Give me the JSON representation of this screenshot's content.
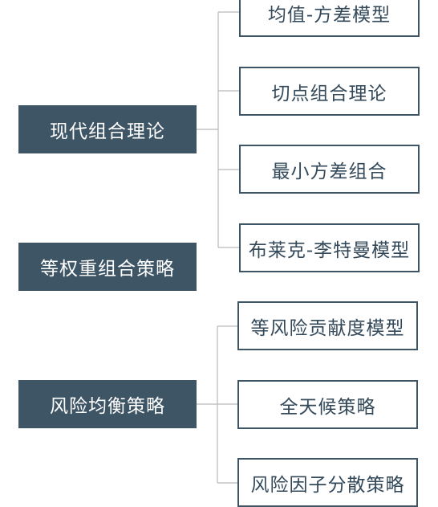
{
  "theme": {
    "parent_fill": "#3e5566",
    "child_border": "#3e5566",
    "child_text": "#33495a",
    "connector": "#b9b9b9",
    "background": "#ffffff"
  },
  "groups": [
    {
      "label": "现代组合理论",
      "children": [
        "均值-方差模型",
        "切点组合理论",
        "最小方差组合",
        "布莱克-李特曼模型"
      ]
    },
    {
      "label": "等权重组合策略",
      "children": []
    },
    {
      "label": "风险均衡策略",
      "children": [
        "等风险贡献度模型",
        "全天候策略",
        "风险因子分散策略"
      ]
    }
  ]
}
